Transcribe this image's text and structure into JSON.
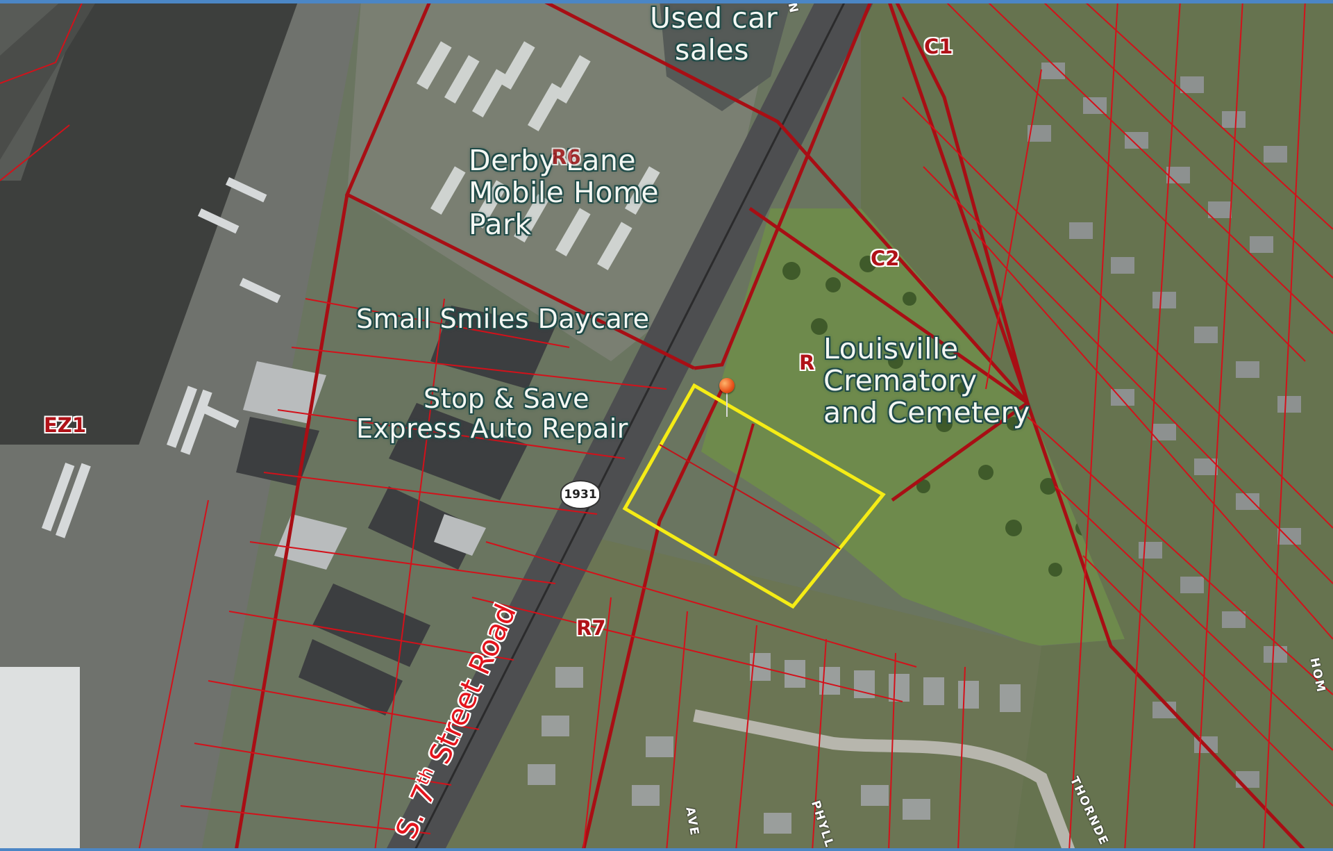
{
  "labels": {
    "used_car_sales": [
      "Used car",
      "sales"
    ],
    "derby_lane": [
      "Derby Lane",
      "Mobile Home",
      "Park"
    ],
    "small_smiles": "Small Smiles Daycare",
    "stop_and_save": [
      "Stop & Save",
      "Express Auto Repair"
    ],
    "cemetery": [
      "Louisville",
      "Crematory",
      "and Cemetery"
    ]
  },
  "zones": {
    "c1": "C1",
    "c2": "C2",
    "r_cemetery": "R",
    "r6": "R6",
    "r7": "R7",
    "ez1": "EZ1"
  },
  "street": {
    "name_prefix": "S. 7",
    "name_suffix_sup": "th",
    "name_rest": " Street Road"
  },
  "route_shield": "1931",
  "minor_streets": {
    "ave": "AVE",
    "phyllis": "PHYLL",
    "thorndale": "THORNDE",
    "hom": "HOM",
    "n": "N"
  },
  "colors": {
    "parcel_lines": "#d3111a",
    "zone_boundaries": "#a80e14",
    "site_outline": "#f5ec16",
    "label_text": "#f4f7f3",
    "label_outline": "#1f4a47"
  }
}
